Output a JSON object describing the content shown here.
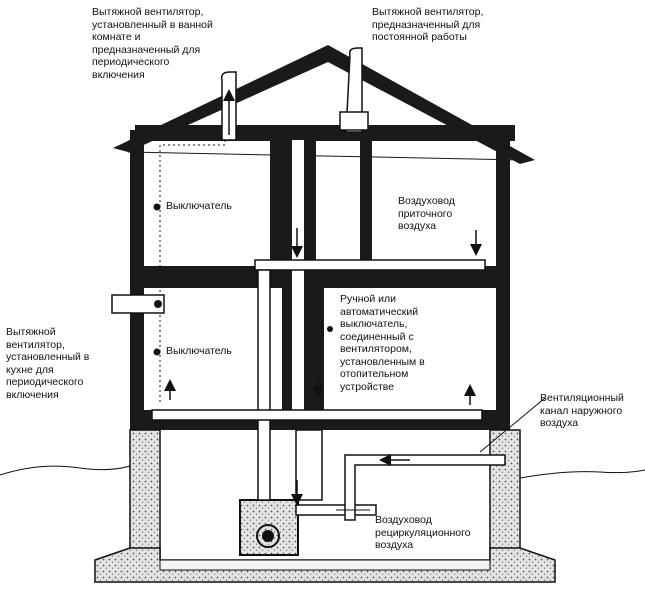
{
  "labels": {
    "fan_bathroom": "Вытяжной вентилятор,\nустановленный в ванной\nкомнате и\nпредназначенный для\nпериодического\nвключения",
    "fan_permanent": "Вытяжной вентилятор,\nпредназначенный для\nпостоянной работы",
    "switch_upper": "Выключатель",
    "supply_duct": "Воздуховод\nприточного\nвоздуха",
    "switch_lower": "Выключатель",
    "manual_switch": "Ручной или\nавтоматический\nвыключатель,\nсоединенный с\nвентилятором,\nустановленным в\nотопительном\nустройстве",
    "fan_kitchen": "Вытяжной\nвентилятор,\nустановленный в\nкухне для\nпериодического\nвключения",
    "outdoor_channel": "Вентиляционный\nканал наружного\nвоздуха",
    "recirc_duct": "Воздуховод\nрециркуляционного\nвоздуха"
  },
  "colors": {
    "ink": "#111111",
    "wall": "#1a1a1a",
    "foundation_fill": "#d8d8d8",
    "background": "#ffffff"
  }
}
